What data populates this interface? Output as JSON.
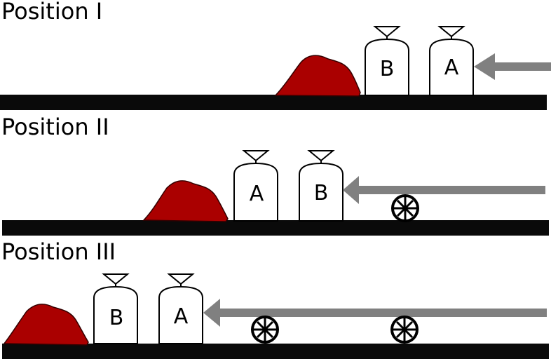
{
  "panels": [
    {
      "title": "Position I",
      "bags": [
        "B",
        "A"
      ],
      "wheels": 0
    },
    {
      "title": "Position II",
      "bags": [
        "A",
        "B"
      ],
      "wheels": 1
    },
    {
      "title": "Position III",
      "bags": [
        "B",
        "A"
      ],
      "wheels": 2
    }
  ],
  "colors": {
    "pile": "#aa0000",
    "arrow": "#808080",
    "ground": "#0a0a0a"
  }
}
